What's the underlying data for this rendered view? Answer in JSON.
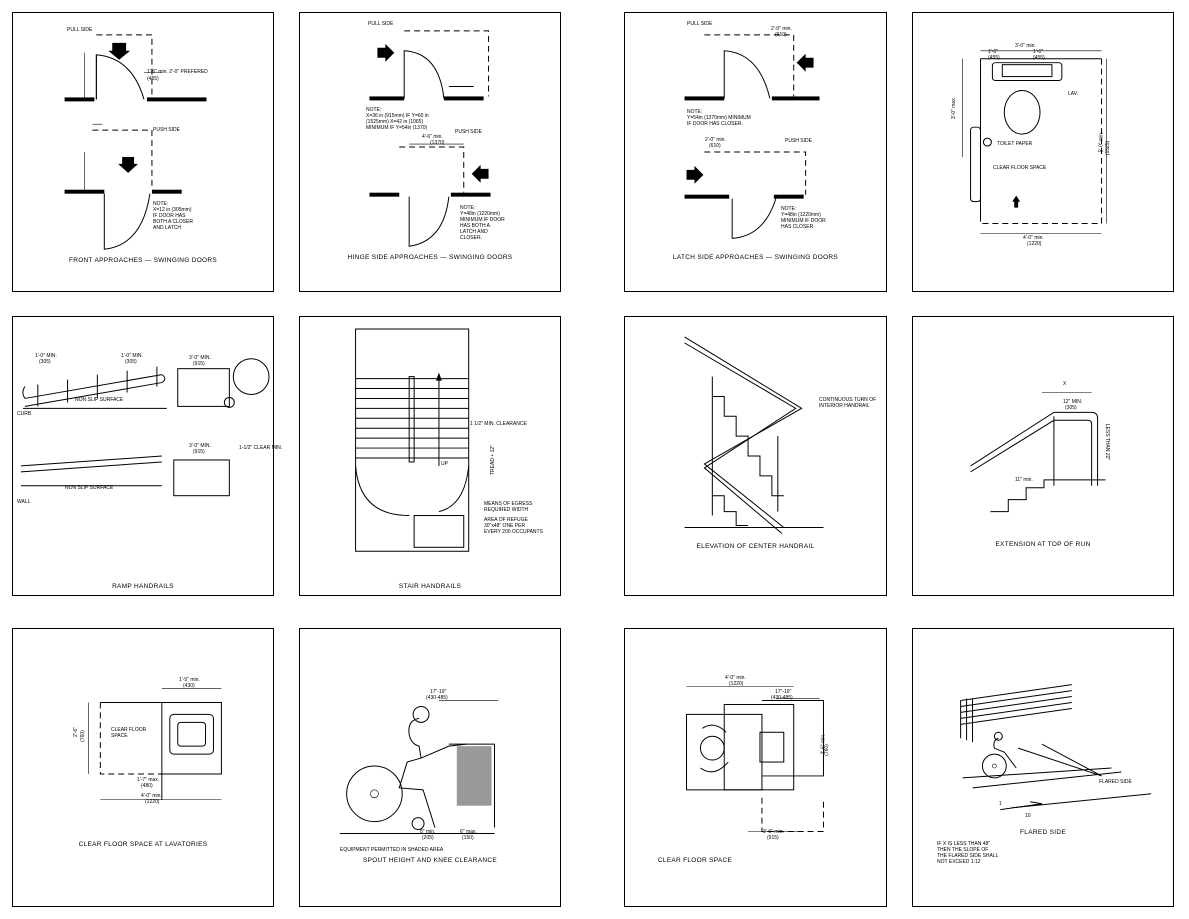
{
  "panels": [
    {
      "id": "front",
      "caption": "FRONT APPROACHES — SWINGING DOORS",
      "labels": {
        "pull_side": "PULL SIDE",
        "push_side": "PUSH SIDE",
        "pull_dim": "1'-6\" min. 2'-0\" PREFERED",
        "pull_dim_mm": "(455)",
        "note": "NOTE:\nX=12 in (305mm)\nIF DOOR HAS\nBOTH A CLOSER\nAND LATCH"
      }
    },
    {
      "id": "hinge",
      "caption": "HINGE SIDE APPROACHES — SWINGING DOORS",
      "labels": {
        "pull_side": "PULL SIDE",
        "push_side": "PUSH SIDE",
        "note_top": "NOTE:\nX=36 in (915mm) IF Y=60 in\n(1525mm) X=42 in (1065)\nMINIMUM IF Y=54in (1370)",
        "dim": "4'-6\" min.",
        "dim_mm": "(1370)",
        "note_bottom": "NOTE:\nY=48in (1220mm)\nMINIMUM IF DOOR\nHAS BOTH A\nLATCH AND\nCLOSER."
      }
    },
    {
      "id": "latch",
      "caption": "LATCH SIDE APPROACHES — SWINGING DOORS",
      "labels": {
        "pull_side": "PULL SIDE",
        "push_side": "PUSH SIDE",
        "top_dim": "2'-0\" min.",
        "top_dim_mm": "(610)",
        "note_top": "NOTE:\nY=54in (1370mm) MINIMUM\nIF DOOR HAS CLOSER.",
        "mid_dim": "2'-0\" min.",
        "mid_dim_mm": "(610)",
        "note_bottom": "NOTE:\nY=48in (1220mm)\nMINIMUM IF DOOR\nHAS CLOSER."
      }
    },
    {
      "id": "toilet",
      "caption": "",
      "labels": {
        "top_dim": "3'-0\" min.",
        "left_dim": "1'-6\"",
        "left_dim_mm": "(455)",
        "right_dim": "1'-6\"",
        "right_dim_mm": "(455)",
        "side_dim": "3'-0\" max.",
        "lav": "LAV.",
        "toilet_paper": "TOILET PAPER",
        "clear_floor": "CLEAR FLOOR SPACE",
        "right_side": "5'-0\" min.",
        "right_side_mm": "(1525)",
        "bottom_dim": "4'-0\" min.",
        "bottom_dim_mm": "(1220)"
      }
    },
    {
      "id": "ramp",
      "caption": "RAMP HANDRAILS",
      "labels": {
        "d1": "1'-0\" MIN.",
        "d1_mm": "(305)",
        "d2": "1'-0\" MIN.",
        "d2_mm": "(305)",
        "d3": "3'-0\" MIN.",
        "d3_mm": "(915)",
        "curb": "CURB",
        "nonslip": "NON SLIP SURFACE",
        "d4": "3'-0\" MIN.",
        "d4_mm": "(915)",
        "clear": "1-1/2\" CLEAR MIN.",
        "wall": "WALL",
        "nonslip2": "NON SLIP SURFACE"
      }
    },
    {
      "id": "stair",
      "caption": "STAIR HANDRAILS",
      "labels": {
        "clearance": "1 1/2\" MIN. CLEARANCE",
        "up": "UP",
        "egress": "MEANS OF EGRESS REQUIRED WIDTH",
        "refuge": "AREA OF REFUGE\n30\"x48\" ONE PER\nEVERY 200 OCCUPANTS",
        "tread": "TREAD + 12\""
      }
    },
    {
      "id": "center",
      "caption": "ELEVATION OF CENTER HANDRAIL",
      "labels": {
        "turn": "CONTINUOUS TURN OF\nINTERIOR HANDRAIL"
      }
    },
    {
      "id": "extension",
      "caption": "EXTENSION AT TOP OF RUN",
      "labels": {
        "x": "X",
        "top": "12\" MIN.",
        "top_mm": "(305)",
        "run": "11\" min.",
        "rail": "LESS THAN 22\""
      }
    },
    {
      "id": "lavatory",
      "caption": "CLEAR FLOOR SPACE AT LAVATORIES",
      "labels": {
        "top": "1'-5\" min.",
        "top_mm": "(430)",
        "clear": "CLEAR FLOOR\nSPACE",
        "side": "2'-6\"",
        "side_mm": "(760)",
        "d2": "1'-7\" max.",
        "d2_mm": "(480)",
        "bottom": "4'-0\" min.",
        "bottom_mm": "(1220)"
      }
    },
    {
      "id": "knee",
      "caption": "SPOUT HEIGHT AND KNEE CLEARANCE",
      "labels": {
        "top": "17\"-19\"",
        "top_mm": "(430-485)",
        "equip": "EQUIPMENT PERMITTED IN SHADED AREA",
        "d8": "8\" min.",
        "d8_mm": "(205)",
        "d6": "6\" max.",
        "d6_mm": "(150)"
      }
    },
    {
      "id": "plan",
      "caption": "CLEAR FLOOR SPACE",
      "labels": {
        "top": "4'-0\" min.",
        "top_mm": "(1220)",
        "inner": "17\"-19\"",
        "inner_mm": "(430-485)",
        "side": "2'-6\" min.",
        "side_mm": "(760)",
        "bottom": "3'-0\" min.",
        "bottom_mm": "(915)"
      }
    },
    {
      "id": "flared",
      "caption": "FLARED SIDE",
      "labels": {
        "flared": "FLARED SIDE",
        "slope": "1",
        "run": "10",
        "note": "IF X IS LESS THAN 48\"\nTHEN THE SLOPE OF\nTHE FLARED SIDE SHALL\nNOT EXCEED 1:12"
      }
    }
  ]
}
